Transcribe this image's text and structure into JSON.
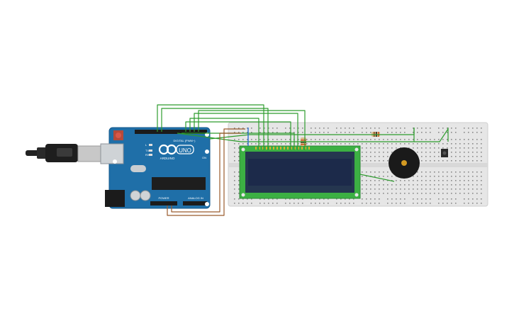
{
  "arduino": {
    "brand_label": "ARDUINO",
    "model_label": "UNO",
    "digital_label": "DIGITAL (PWM~)",
    "power_label": "POWER",
    "analog_label": "ANALOG IN",
    "on_label": "ON",
    "l_label": "L",
    "tx_label": "TX",
    "rx_label": "RX"
  },
  "colors": {
    "board_blue": "#1f6fa8",
    "board_edge": "#155a8c",
    "breadboard": "#e6e6e6",
    "lcd_pcb": "#3cb043",
    "lcd_screen": "#1c2a4a",
    "wire_green": "#2e9c2e",
    "wire_brown": "#9a5a2c",
    "wire_blue": "#2a6fd1",
    "buzzer": "#1a1a1a",
    "buzzer_center": "#d39a22"
  },
  "components": {
    "usb_cable": "usb-cable",
    "lcd": "lcd-16x2",
    "buzzer": "piezo-buzzer",
    "pushbutton": "pushbutton",
    "resistor": "resistor",
    "potentiometer": "potentiometer"
  }
}
